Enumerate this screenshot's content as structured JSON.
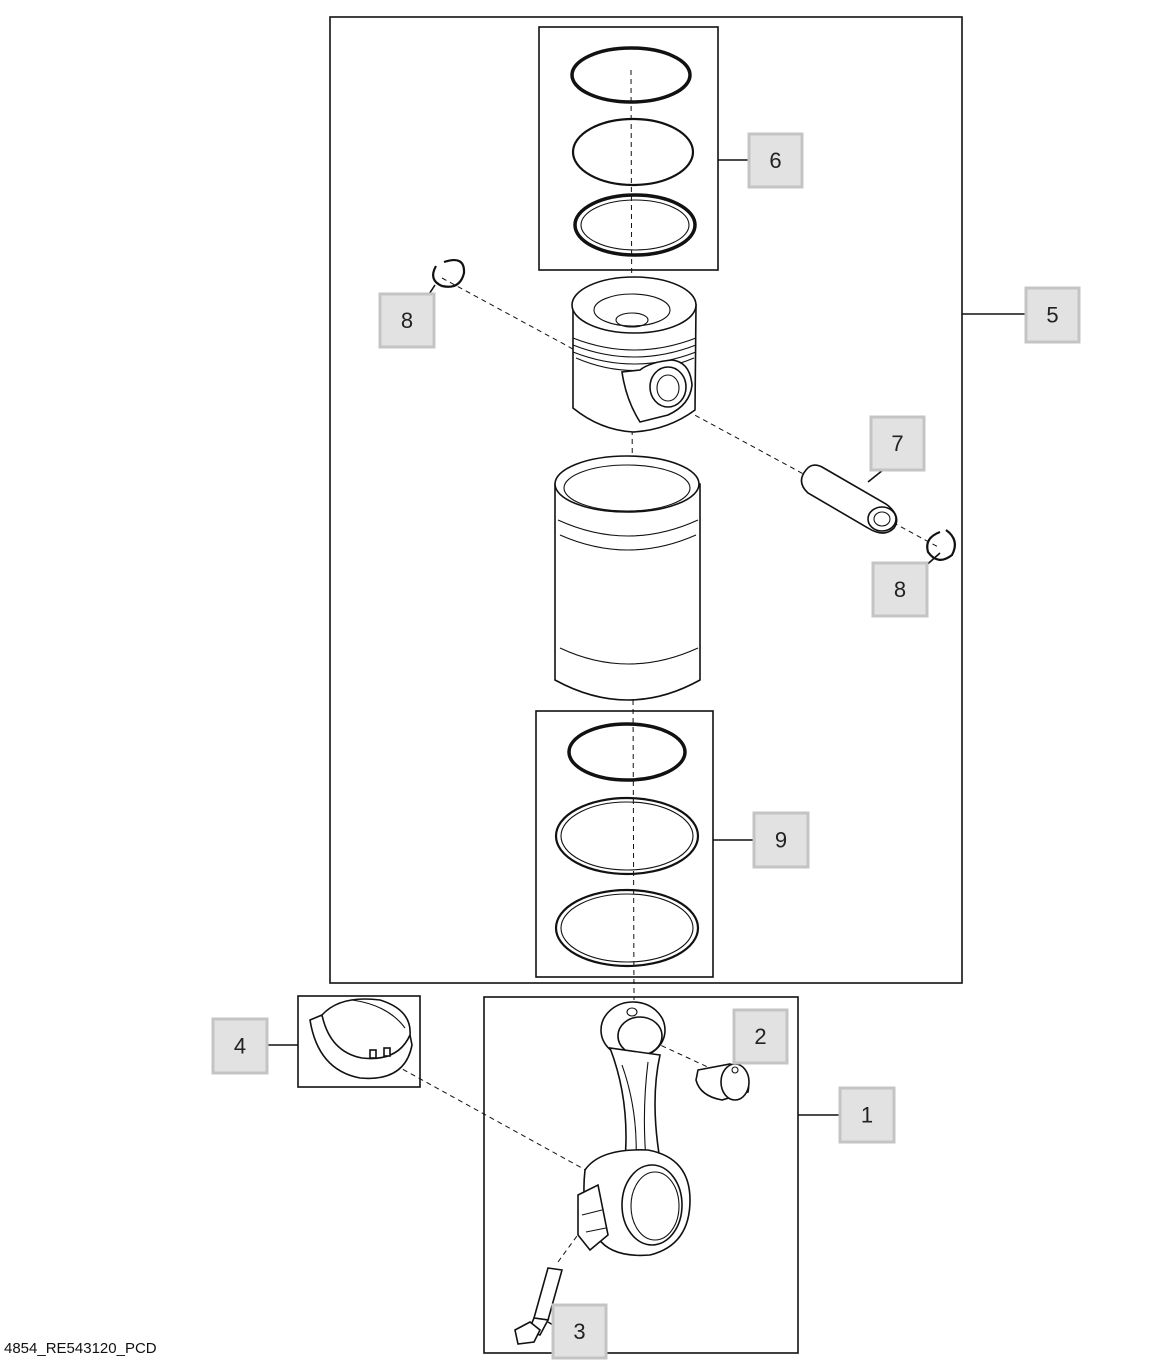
{
  "figure_code": "4854_RE543120_PCD",
  "callouts": [
    {
      "id": "1",
      "label": "1"
    },
    {
      "id": "2",
      "label": "2"
    },
    {
      "id": "3",
      "label": "3"
    },
    {
      "id": "4",
      "label": "4"
    },
    {
      "id": "5",
      "label": "5"
    },
    {
      "id": "6",
      "label": "6"
    },
    {
      "id": "7",
      "label": "7"
    },
    {
      "id": "8a",
      "label": "8"
    },
    {
      "id": "8b",
      "label": "8"
    },
    {
      "id": "9",
      "label": "9"
    }
  ]
}
